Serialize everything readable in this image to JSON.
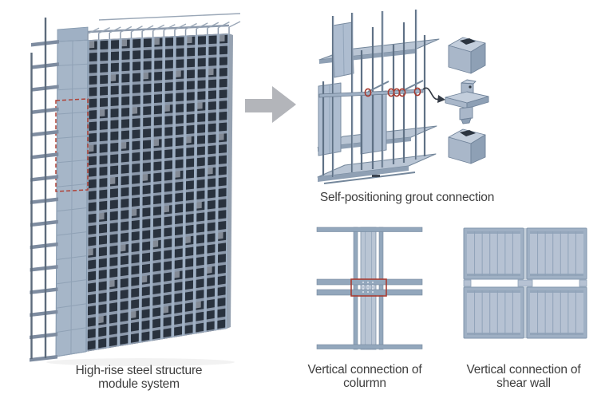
{
  "captions": {
    "building": [
      "High-rise steel structure",
      "module system"
    ],
    "grout": "Self-positioning grout connection",
    "column": [
      "Vertical connection of",
      "colurmn"
    ],
    "shear_wall": [
      "Vertical connection of",
      "shear wall"
    ]
  },
  "icons": {
    "flow_arrow": "right-arrow",
    "connection_marker": "red-circle",
    "module_highlight": "red-dashed-box"
  },
  "colors": {
    "steel_light": "#b9c5d4",
    "steel_mid": "#9fb0c4",
    "steel_beam": "#8c99ab",
    "steel_dark": "#6a7b90",
    "opening_dark": "#29323e",
    "panel_fill": "#aebdd0",
    "highlight_red": "#b04237",
    "marker_red": "#a63a30",
    "arrow_gray": "#b3b5ba",
    "text": "#3e3e3e"
  }
}
